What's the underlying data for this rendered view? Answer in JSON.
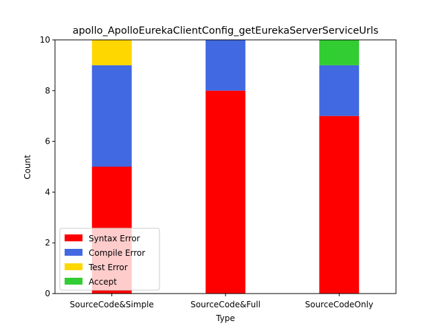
{
  "chart_data": {
    "type": "bar",
    "stacked": true,
    "title": "apollo_ApolloEurekaClientConfig_getEurekaServerServiceUrls",
    "xlabel": "Type",
    "ylabel": "Count",
    "categories": [
      "SourceCode&Simple",
      "SourceCode&Full",
      "SourceCodeOnly"
    ],
    "ylim": [
      0,
      10
    ],
    "yticks": [
      0,
      2,
      4,
      6,
      8,
      10
    ],
    "series": [
      {
        "name": "Syntax Error",
        "color": "#ff0000",
        "values": [
          5,
          8,
          7
        ]
      },
      {
        "name": "Compile Error",
        "color": "#4169e1",
        "values": [
          4,
          2,
          2
        ]
      },
      {
        "name": "Test Error",
        "color": "#ffd700",
        "values": [
          1,
          0,
          0
        ]
      },
      {
        "name": "Accept",
        "color": "#32cd32",
        "values": [
          0,
          0,
          1
        ]
      }
    ],
    "legend_position": "lower-left",
    "grid": false
  }
}
